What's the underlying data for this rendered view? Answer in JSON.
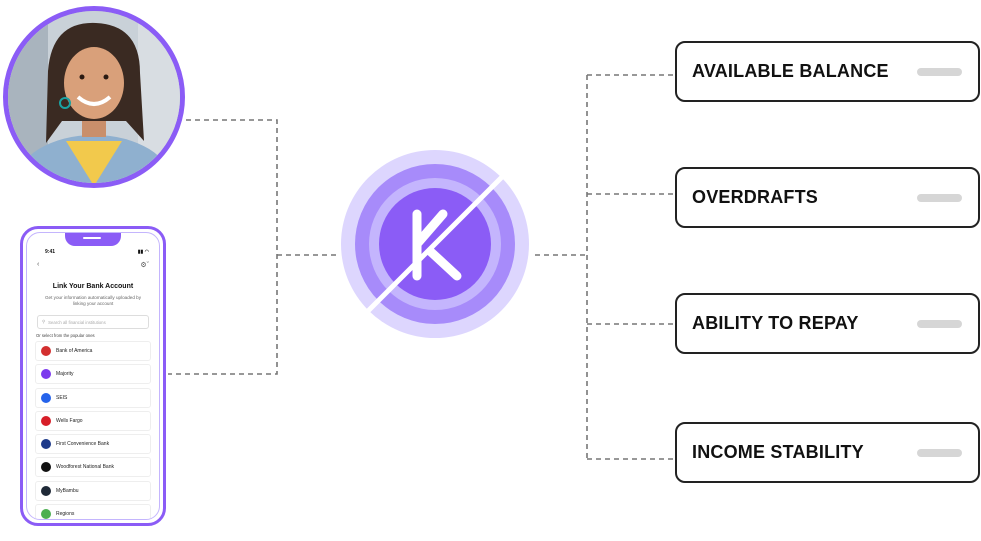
{
  "colors": {
    "accent": "#8b5cf6",
    "accent_light": "#c4b5fd",
    "connector": "#777777"
  },
  "phone": {
    "time": "9:41",
    "title": "Link Your Bank Account",
    "subtitle": "Get your information automatically uploaded by linking your account",
    "search_placeholder": "Search all financial institutions",
    "list_label": "Or select from the popular ones",
    "banks": [
      {
        "name": "Bank of America",
        "color": "#d32f2f"
      },
      {
        "name": "Majority",
        "color": "#7c3aed"
      },
      {
        "name": "SEIS",
        "color": "#2563eb"
      },
      {
        "name": "Wells Fargo",
        "color": "#d71e28"
      },
      {
        "name": "First Convenience Bank",
        "color": "#1e3a8a"
      },
      {
        "name": "Woodforest National Bank",
        "color": "#111111"
      },
      {
        "name": "MyBambu",
        "color": "#1f2937"
      },
      {
        "name": "Regions",
        "color": "#4caf50"
      }
    ]
  },
  "logo": {
    "letter": "K"
  },
  "metrics": [
    {
      "label": "AVAILABLE BALANCE"
    },
    {
      "label": "OVERDRAFTS"
    },
    {
      "label": "ABILITY TO REPAY"
    },
    {
      "label": "INCOME STABILITY"
    }
  ]
}
